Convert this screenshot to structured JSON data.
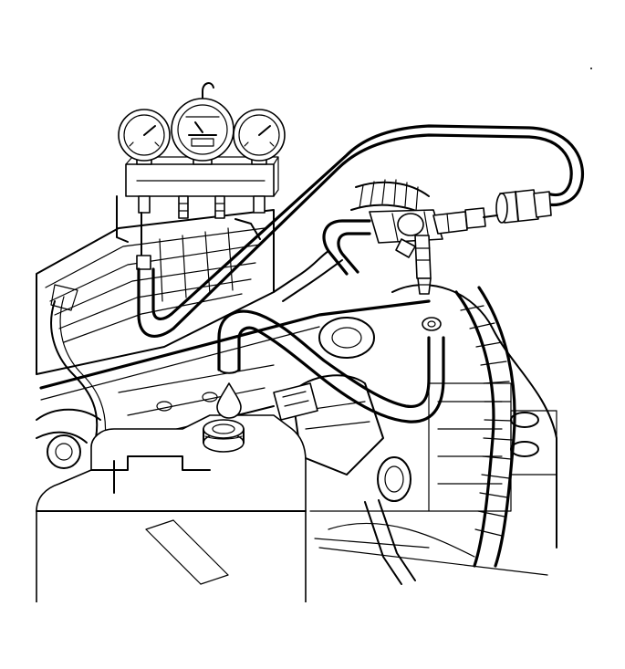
{
  "figure": {
    "labels": []
  },
  "colors": {
    "line": "#000000",
    "background": "#ffffff"
  },
  "components": {
    "gauge_manifold": "pressure-gauge-set",
    "fuel_tester_hose": "fuel-pressure-gauge-hose",
    "drain_hose": "bleed-drain-hose",
    "fuel_rail_valve": "fuel-rail-service-valve",
    "container": "approved-fuel-container",
    "engine": "engine-assembly"
  }
}
